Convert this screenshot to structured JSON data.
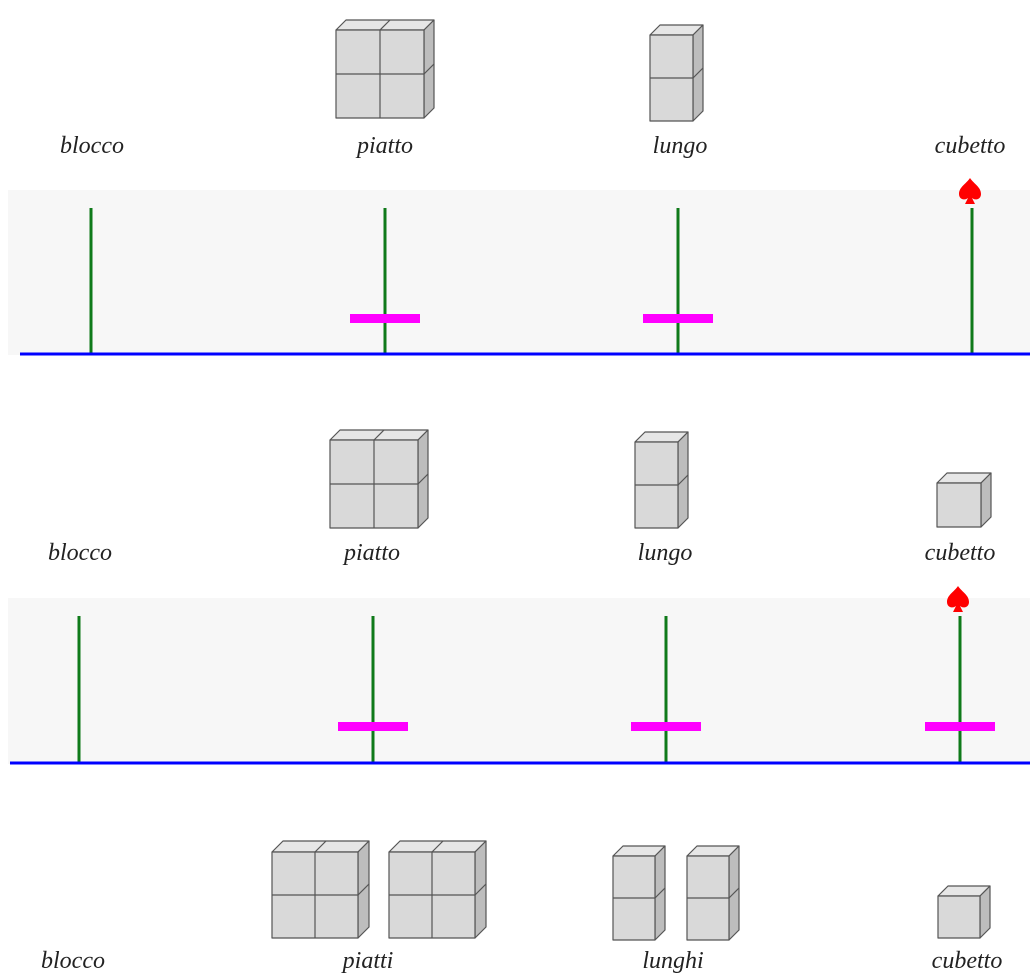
{
  "colors": {
    "background": "#ffffff",
    "panel": "#f7f7f7",
    "baseline": "#0000ff",
    "rod": "#0f7a1a",
    "bead": "#ff00ff",
    "marker": "#ff0000",
    "cube_front": "#d9d9d9",
    "cube_top": "#e6e6e6",
    "cube_side": "#bdbdbd",
    "cube_edge": "#555555"
  },
  "rows": [
    {
      "columns": [
        {
          "label": "blocco",
          "beads": 0,
          "marker": false,
          "icon": {
            "type": "none"
          }
        },
        {
          "label": "piatto",
          "beads": 1,
          "marker": false,
          "icon": {
            "type": "grid",
            "count": 1,
            "cols": 2,
            "rows": 2
          }
        },
        {
          "label": "lungo",
          "beads": 1,
          "marker": false,
          "icon": {
            "type": "grid",
            "count": 1,
            "cols": 1,
            "rows": 2
          }
        },
        {
          "label": "cubetto",
          "beads": 0,
          "marker": true,
          "icon": {
            "type": "none"
          }
        }
      ]
    },
    {
      "columns": [
        {
          "label": "blocco",
          "beads": 0,
          "marker": false,
          "icon": {
            "type": "none"
          }
        },
        {
          "label": "piatto",
          "beads": 1,
          "marker": false,
          "icon": {
            "type": "grid",
            "count": 1,
            "cols": 2,
            "rows": 2
          }
        },
        {
          "label": "lungo",
          "beads": 1,
          "marker": false,
          "icon": {
            "type": "grid",
            "count": 1,
            "cols": 1,
            "rows": 2
          }
        },
        {
          "label": "cubetto",
          "beads": 1,
          "marker": true,
          "icon": {
            "type": "grid",
            "count": 1,
            "cols": 1,
            "rows": 1
          }
        }
      ]
    },
    {
      "columns": [
        {
          "label": "blocco",
          "icon": {
            "type": "none"
          }
        },
        {
          "label": "piatti",
          "icon": {
            "type": "grid",
            "count": 2,
            "cols": 2,
            "rows": 2
          }
        },
        {
          "label": "lunghi",
          "icon": {
            "type": "grid",
            "count": 2,
            "cols": 1,
            "rows": 2
          }
        },
        {
          "label": "cubetto",
          "icon": {
            "type": "grid",
            "count": 1,
            "cols": 1,
            "rows": 1
          }
        }
      ]
    }
  ]
}
